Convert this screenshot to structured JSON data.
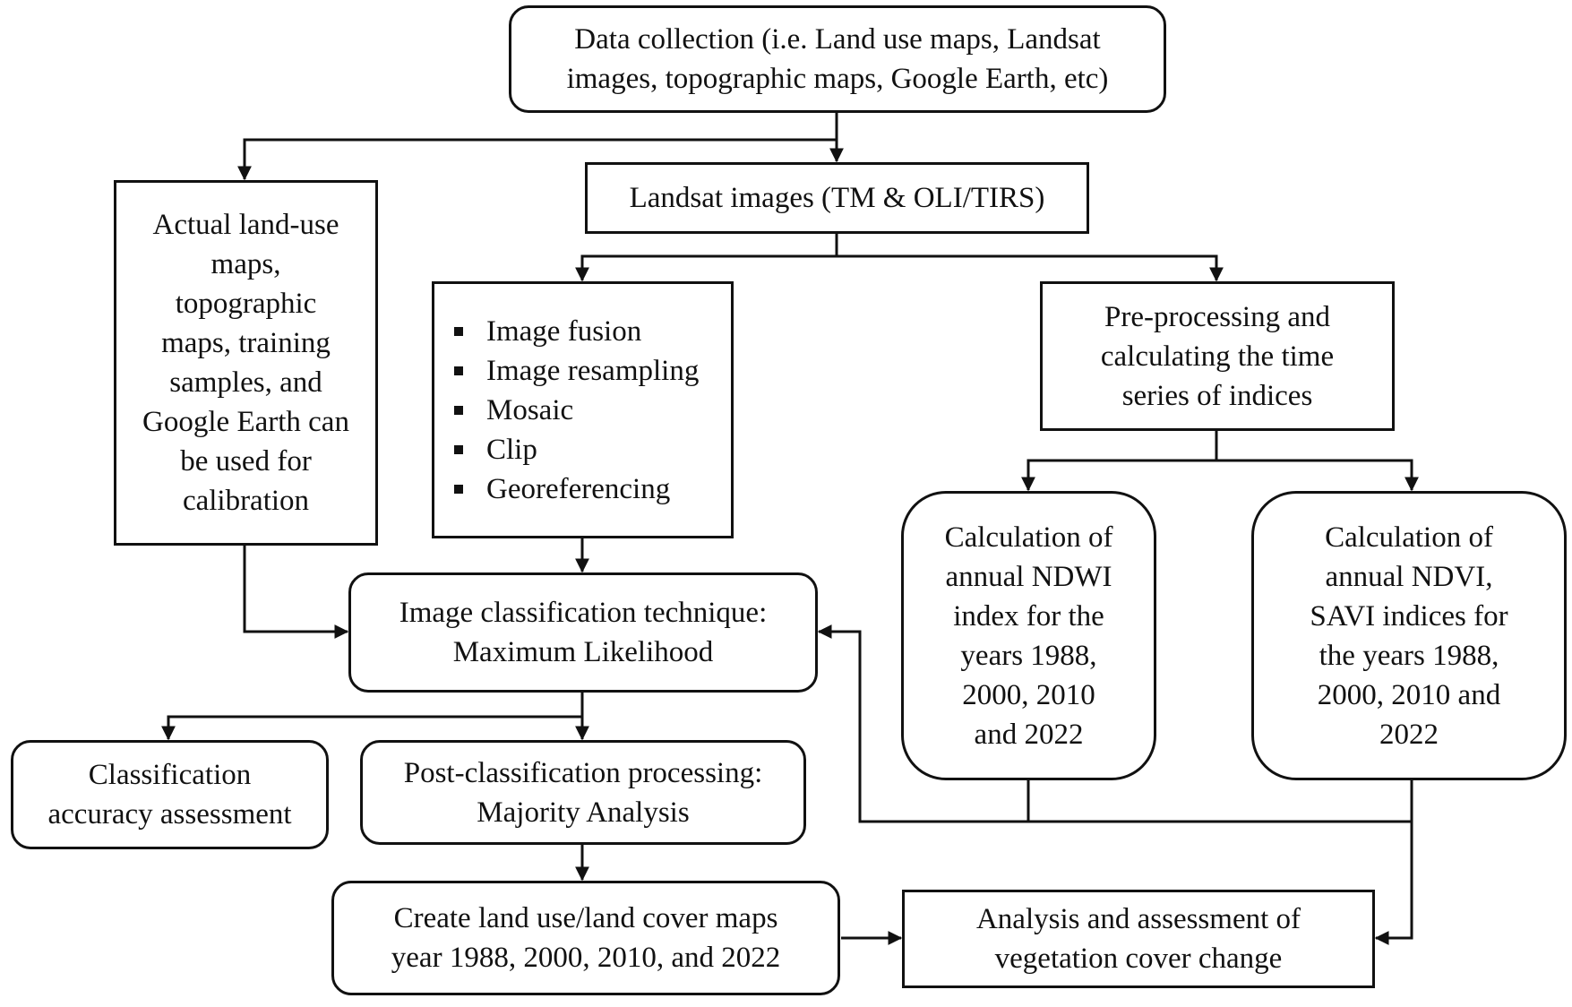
{
  "nodes": {
    "data_collection": {
      "lines": [
        "Data collection (i.e. Land use maps, Landsat",
        "images, topographic maps, Google Earth, etc)"
      ]
    },
    "landsat": {
      "lines": [
        "Landsat images (TM & OLI/TIRS)"
      ]
    },
    "actual_land_use": {
      "lines": [
        "Actual land-use",
        "maps,",
        "topographic",
        "maps, training",
        "samples, and",
        "Google Earth can",
        "be used for",
        "calibration"
      ]
    },
    "preprocessing_steps": {
      "items": [
        "Image fusion",
        "Image resampling",
        "Mosaic",
        "Clip",
        "Georeferencing"
      ]
    },
    "preprocessing_indices": {
      "lines": [
        "Pre-processing and",
        "calculating the time",
        "series of indices"
      ]
    },
    "ndwi": {
      "lines": [
        "Calculation of",
        "annual NDWI",
        "index for the",
        "years 1988,",
        "2000, 2010",
        "and 2022"
      ]
    },
    "ndvi_savi": {
      "lines": [
        "Calculation of",
        "annual NDVI,",
        "SAVI indices for",
        "the years 1988,",
        "2000, 2010 and",
        "2022"
      ]
    },
    "classification": {
      "lines": [
        "Image classification technique:",
        "Maximum Likelihood"
      ]
    },
    "accuracy": {
      "lines": [
        "Classification",
        "accuracy assessment"
      ]
    },
    "post_classification": {
      "lines": [
        "Post-classification processing:",
        "Majority Analysis"
      ]
    },
    "lulc_maps": {
      "lines": [
        "Create land use/land cover maps",
        "year 1988, 2000, 2010, and 2022"
      ]
    },
    "analysis": {
      "lines": [
        "Analysis and assessment of",
        "vegetation cover change"
      ]
    }
  },
  "colors": {
    "stroke": "#111111",
    "fill": "#ffffff"
  }
}
